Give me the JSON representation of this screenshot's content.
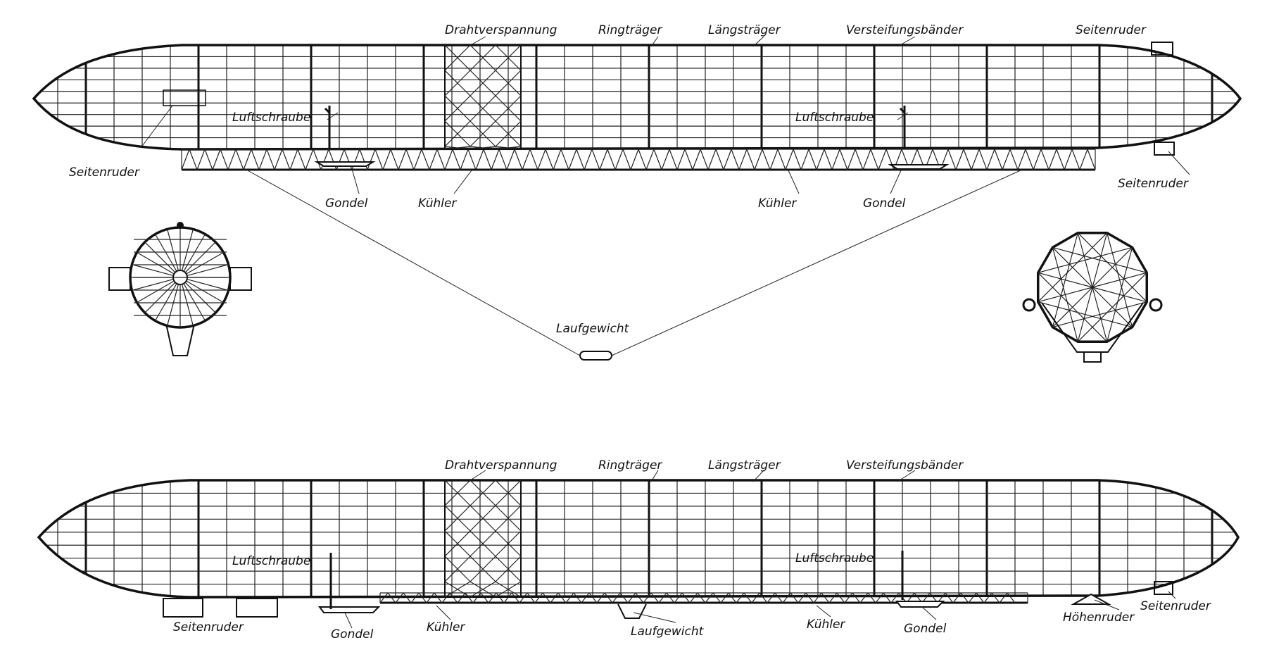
{
  "title": "Zeppelin airship construction drawing",
  "top_view": {
    "labels": {
      "drahtverspannung": "Drahtverspannung",
      "ringtraeger": "Ringträger",
      "laengstraeger": "Längsträger",
      "versteifungsbaender": "Versteifungsbänder",
      "seitenruder_top": "Seitenruder",
      "seitenruder_left": "Seitenruder",
      "seitenruder_right": "Seitenruder",
      "luftschraube_left": "Luftschraube",
      "luftschraube_right": "Luftschraube",
      "gondel_left": "Gondel",
      "gondel_right": "Gondel",
      "kuehler_left": "Kühler",
      "kuehler_right": "Kühler",
      "laufgewicht": "Laufgewicht"
    }
  },
  "bottom_view": {
    "labels": {
      "drahtverspannung": "Drahtverspannung",
      "ringtraeger": "Ringträger",
      "laengstraeger": "Längsträger",
      "versteifungsbaender": "Versteifungsbänder",
      "luftschraube_left": "Luftschraube",
      "luftschraube_right": "Luftschraube",
      "seitenruder_left": "Seitenruder",
      "seitenruder_right": "Seitenruder",
      "gondel_left": "Gondel",
      "gondel_right": "Gondel",
      "kuehler_left": "Kühler",
      "kuehler_right": "Kühler",
      "laufgewicht": "Laufgewicht",
      "hoehenruder": "Höhenruder"
    }
  }
}
